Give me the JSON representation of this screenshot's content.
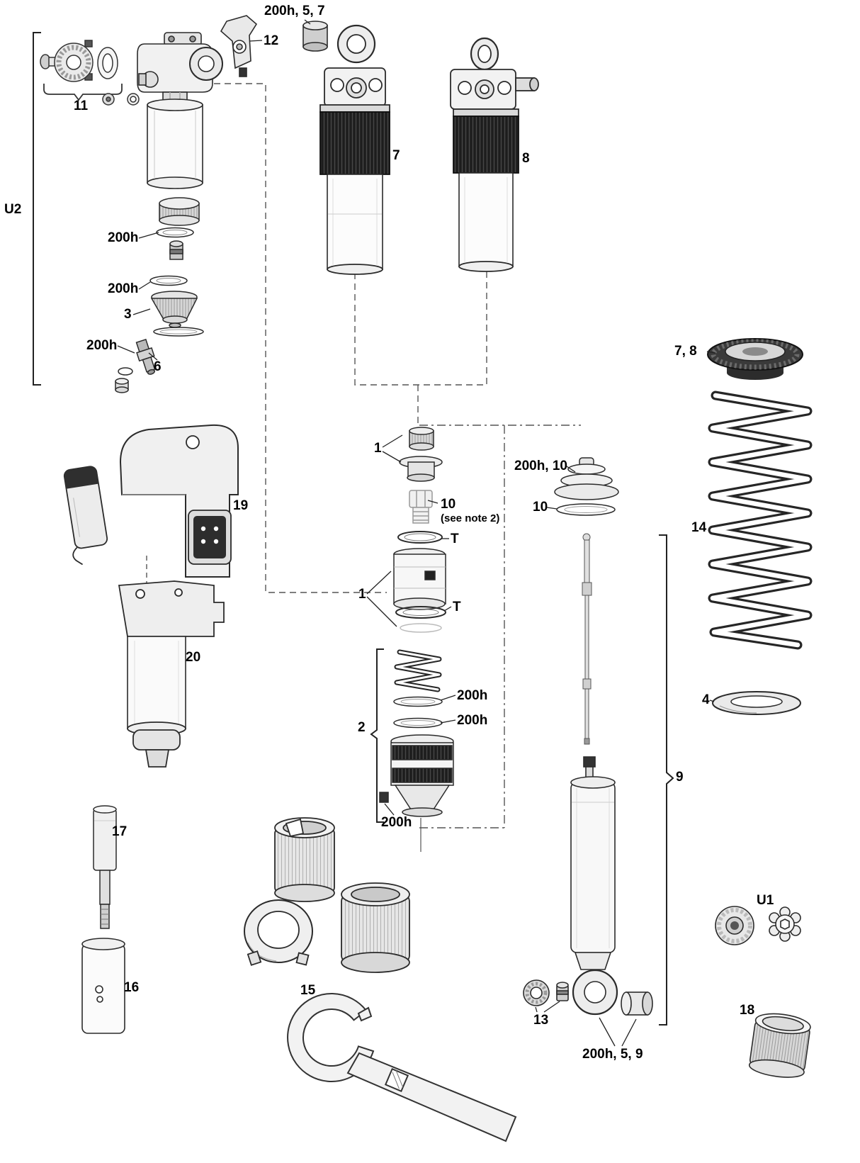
{
  "title": "Rear shock exploded service parts diagram",
  "colors": {
    "background": "#ffffff",
    "line": "#2b2b2b",
    "dark_fill": "#1d1d1d"
  },
  "labels": {
    "mount_hw_top": "200h, 5, 7",
    "lever": "12",
    "hardware_kit": "11",
    "group_u2": "U2",
    "body_7": "7",
    "body_8": "8",
    "seal_a": "200h",
    "seal_b": "200h",
    "piston_3": "3",
    "seal_c": "200h",
    "valve_6": "6",
    "collar_7_8": "7, 8",
    "stack_1_upper": "1",
    "topout_200h_10": "200h, 10",
    "ring_10": "10",
    "plug_10": "10",
    "plug_10_note": "(see note 2)",
    "t_upper": "T",
    "spring_14": "14",
    "stack_1_lower": "1",
    "t_lower": "T",
    "battery_19": "19",
    "pump_20": "20",
    "group_2": "2",
    "seal_d": "200h",
    "seal_e": "200h",
    "washer_4": "4",
    "group_9": "9",
    "seal_f": "200h",
    "part_17": "17",
    "part_16": "16",
    "wrench_15": "15",
    "nut_13": "13",
    "group_u1": "U1",
    "eyelet_hw": "200h, 5, 9",
    "cup_18": "18"
  }
}
